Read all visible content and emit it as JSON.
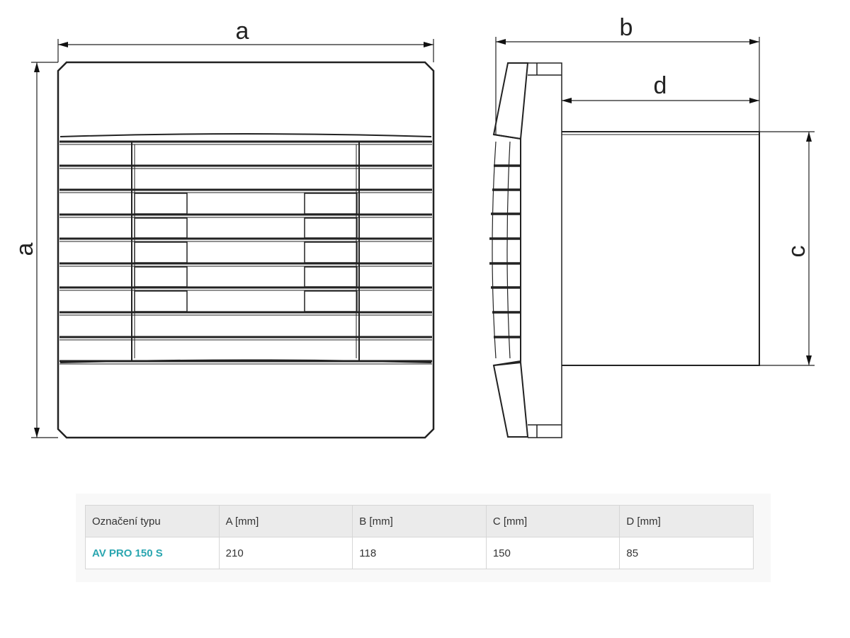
{
  "labels": {
    "a_top": "a",
    "a_left": "a",
    "b": "b",
    "c": "c",
    "d": "d"
  },
  "table": {
    "headers": [
      "Označení typu",
      "A [mm]",
      "B [mm]",
      "C [mm]",
      "D [mm]"
    ],
    "rows": [
      [
        "AV PRO 150 S",
        "210",
        "118",
        "150",
        "85"
      ]
    ]
  },
  "colors": {
    "type_link": "#2aa6b0"
  }
}
